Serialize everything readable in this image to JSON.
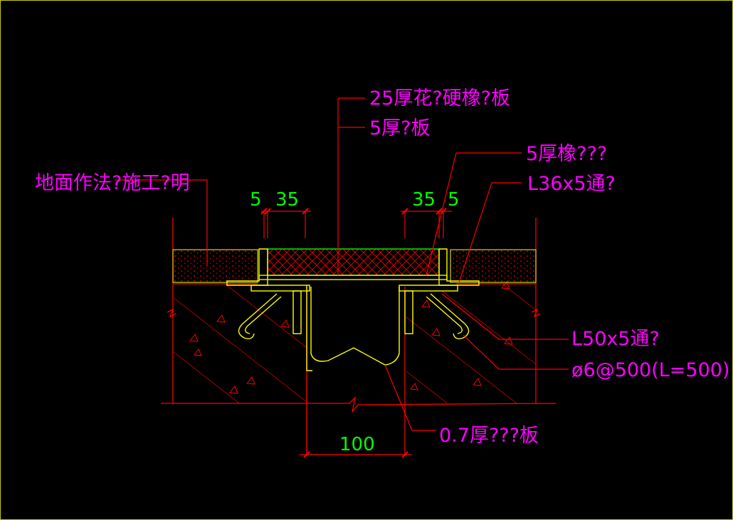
{
  "colors": {
    "background": "#000000",
    "frame": "#c8c800",
    "leader": "#ff0000",
    "label": "#ff00ff",
    "dimension": "#00ff00",
    "structure": "#ff0000",
    "steel": "#ffff00",
    "finish_layer": "#ffff00",
    "cover_plate": "#00ff00"
  },
  "annotations": {
    "top_plate": "25厚花?硬橡?板",
    "steel_plate": "5厚?板",
    "rubber_strip": "5厚橡???",
    "angle_small": "L36x5通?",
    "floor_finish": "地面作法?施工?明",
    "angle_large": "L50x5通?",
    "anchor_bar": "ø6@500(L=500)",
    "waterstop": "0.7厚???板"
  },
  "dimensions": {
    "left_gap": "5",
    "left_width": "35",
    "right_width": "35",
    "right_gap": "5",
    "joint_width": "100"
  }
}
